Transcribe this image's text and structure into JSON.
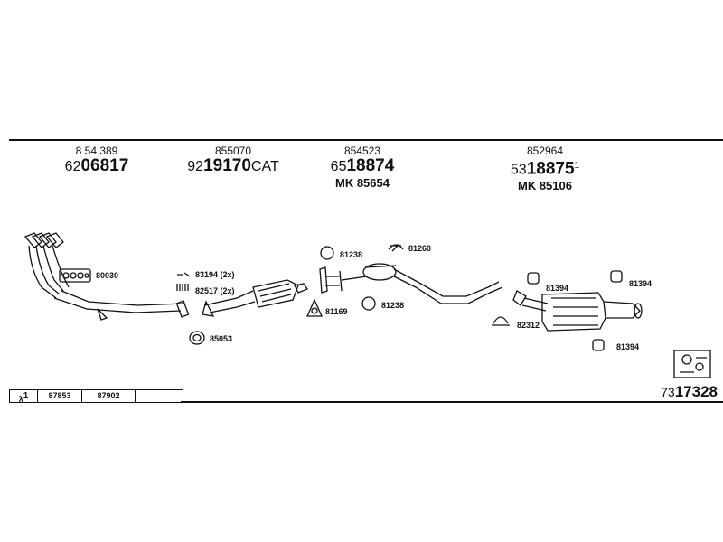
{
  "columns": [
    {
      "num": "8 54 389",
      "pre": "62",
      "main": "06817",
      "suffix": "",
      "sup": "",
      "mk": ""
    },
    {
      "num": "855070",
      "pre": "92",
      "main": "19170",
      "suffix": "CAT",
      "sup": "",
      "mk": ""
    },
    {
      "num": "854523",
      "pre": "65",
      "main": "18874",
      "suffix": "",
      "sup": "",
      "mk": "MK  85654"
    },
    {
      "num": "852964",
      "pre": "53",
      "main": "18875",
      "suffix": "",
      "sup": "1",
      "mk": "MK  85106"
    }
  ],
  "labels": {
    "gasket_80030": "80030",
    "bolt_83194": "83194 (2x)",
    "spring_82517": "82517 (2x)",
    "ring_85053": "85053",
    "ring_81238_top": "81238",
    "ring_81238_bottom": "81238",
    "clamp_81260": "81260",
    "gasket_81169": "81169",
    "clamp_82312": "82312",
    "mount_81394_a": "81394",
    "mount_81394_b": "81394",
    "mount_81394_c": "81394"
  },
  "footer": {
    "lambda_symbol": "λ",
    "lambda_sup": "1",
    "box1": "87853",
    "box2": "87902",
    "box3": "",
    "ref_pre": "73",
    "ref_main": "17328"
  }
}
